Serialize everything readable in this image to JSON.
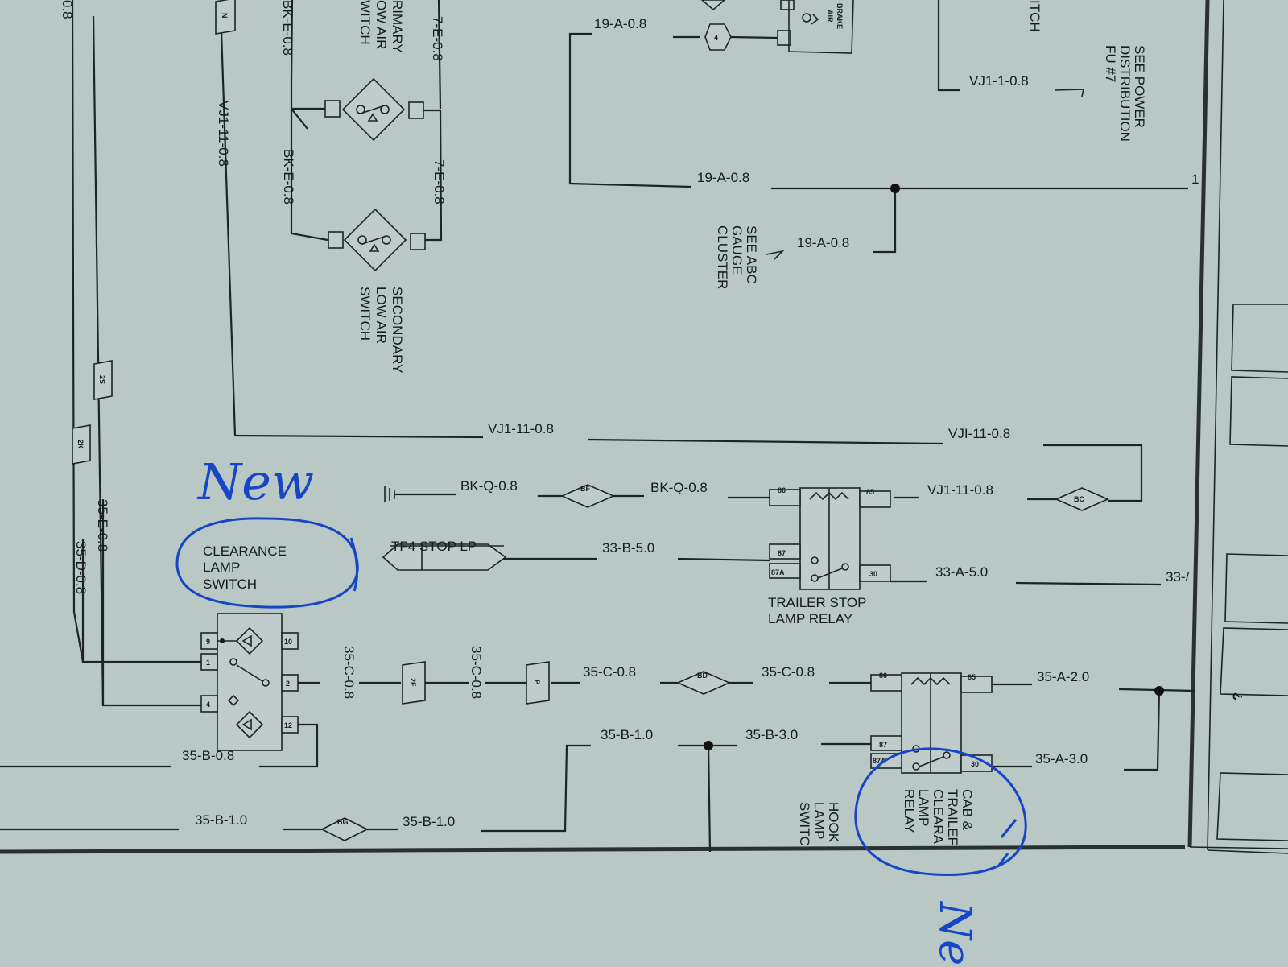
{
  "labels": {
    "vj1_11_left_vertical": "VJ1-11-0.8",
    "bk_e_top": "BK-E-0.8",
    "bk_e_bottom": "BK-E-0.8",
    "seven_e_top": "7-E-0.8",
    "seven_e_bottom": "7-E-0.8",
    "wire_19a_top": "19-A-0.8",
    "wire_19a_mid": "19-A-0.8",
    "wire_19a_gauge": "19-A-0.8",
    "wire_vj1_1": "VJ1-1-0.8",
    "vj1_11_horizontal_a": "VJ1-11-0.8",
    "vj1_11_horizontal_b": "VJI-11-0.8",
    "vj1_11_relay": "VJ1-11-0.8",
    "bk_q_left": "BK-Q-0.8",
    "bk_q_right": "BK-Q-0.8",
    "tf4_stop": "TF4  STOP LP",
    "wire_33b": "33-B-5.0",
    "wire_33a": "33-A-5.0",
    "wire_33a_cut": "33-/",
    "wire_35c_v1": "35-C-0.8",
    "wire_35c_v2": "35-C-0.8",
    "wire_35c_h1": "35-C-0.8",
    "wire_35c_h2": "35-C-0.8",
    "wire_35a_2": "35-A-2.0",
    "wire_35a_3": "35-A-3.0",
    "wire_35b_08": "35-B-0.8",
    "wire_35b_10a": "35-B-1.0",
    "wire_35b_30": "35-B-3.0",
    "wire_35b_10b": "35-B-1.0",
    "wire_35b_10c": "35-B-1.0",
    "wire_35e": "35-E-0.8",
    "wire_35d": "35-D-0.8",
    "edge_08": "0.8",
    "edge_1": "1",
    "question_mark": "?"
  },
  "connectors": {
    "n": "N",
    "two_s": "2S",
    "two_k": "2K",
    "four": "4",
    "bf": "BF",
    "bc": "BC",
    "bd": "BD",
    "bg": "BG",
    "two_f": "2F",
    "p": "P"
  },
  "components": {
    "primary_low_air_switch": [
      "RIMARY",
      "OW AIR",
      "WITCH"
    ],
    "secondary_low_air_switch": [
      "SECONDARY",
      "LOW AIR",
      "SWITCH"
    ],
    "brake_air": [
      "BRAKE",
      "AIR"
    ],
    "switch_top_right": "ITCH",
    "see_power_distribution": [
      "SEE POWER",
      "DISTRIBUTION",
      "FU #7"
    ],
    "see_abc_gauge_cluster": [
      "SEE ABC",
      "GAUGE",
      "CLUSTER"
    ],
    "clearance_lamp_switch": [
      "CLEARANCE",
      "LAMP",
      "SWITCH"
    ],
    "trailer_stop_lamp_relay": [
      "TRAILER STOP",
      "LAMP RELAY"
    ],
    "cab_trailer_clearance_relay": [
      "CAB &",
      "TRAILEF",
      "CLEARA",
      "LAMP",
      "RELAY"
    ],
    "hook_lamp_switch": [
      "HOOK",
      "LAMP",
      "SWITC"
    ]
  },
  "pins": {
    "switch": [
      "9",
      "1",
      "4",
      "10",
      "2",
      "12"
    ],
    "relay_stop": [
      "86",
      "85",
      "87",
      "87A",
      "30"
    ],
    "relay_clearance": [
      "86",
      "85",
      "87",
      "87A",
      "30"
    ]
  },
  "handwriting": {
    "new_top": "New",
    "new_bottom": "Ne"
  }
}
